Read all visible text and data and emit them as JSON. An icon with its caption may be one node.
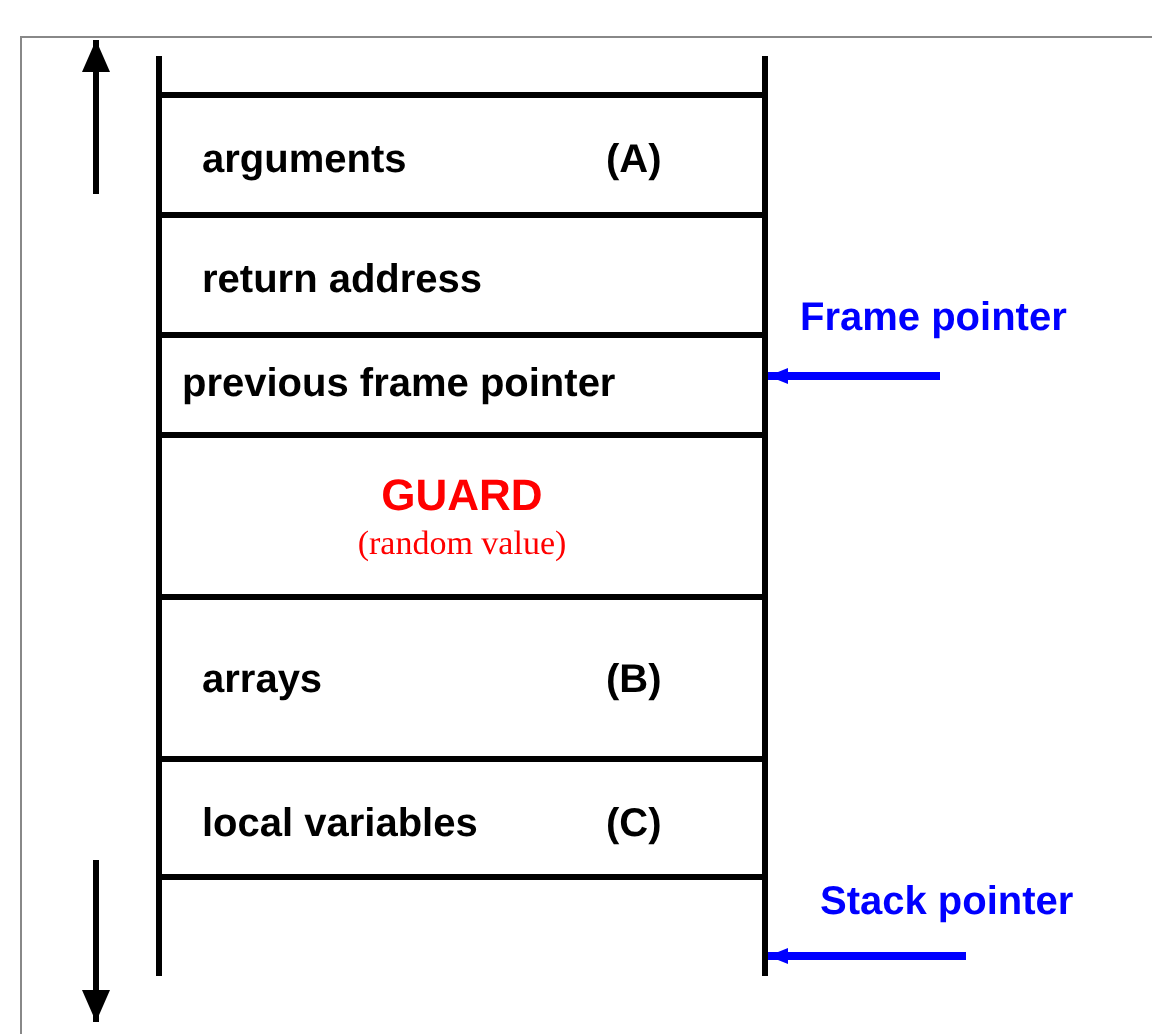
{
  "diagram": {
    "nodes": [
      {
        "text": [],
        "shape": "box"
      },
      {
        "text": [
          "arguments",
          "(A)"
        ]
      },
      {
        "text": [
          "return address"
        ]
      },
      {
        "text": [
          "previous frame pointer"
        ]
      },
      {
        "text": [
          "GUARD",
          "(random value)"
        ]
      },
      {
        "text": [
          "arrays",
          "(B)"
        ]
      },
      {
        "text": [
          "local variables",
          "(C)"
        ]
      },
      {
        "text": [],
        "shape": "box"
      },
      {
        "text": [
          "Frame pointer"
        ]
      },
      {
        "text": [
          "Stack pointer"
        ]
      }
    ],
    "edges": [
      {
        "from": 8,
        "to": 3,
        "arrow": "to"
      },
      {
        "from": 9,
        "to": 7,
        "arrow": "to"
      }
    ]
  }
}
